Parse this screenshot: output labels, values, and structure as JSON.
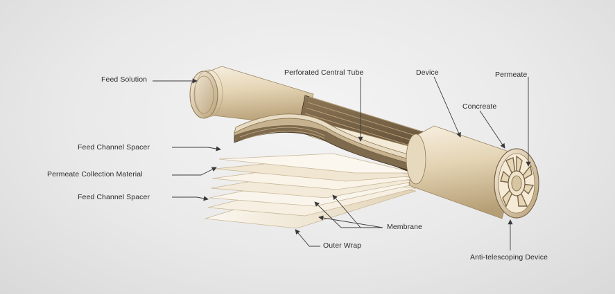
{
  "labels": {
    "feed_solution": "Feed Solution",
    "perforated_central_tube": "Perforated Central Tube",
    "device": "Device",
    "permeate": "Permeate",
    "concreate": "Concreate",
    "feed_channel_spacer_top": "Feed Channel Spacer",
    "permeate_collection_material": "Permeate Collection Material",
    "feed_channel_spacer_bottom": "Feed Channel Spacer",
    "membrane": "Membrane",
    "outer_wrap": "Outer Wrap",
    "anti_telescoping_device": "Anti-telescoping Device"
  },
  "colors": {
    "tube_light": "#efe4cf",
    "tube_mid": "#d8c6a2",
    "tube_dark": "#a8916a",
    "layer_brown": "#7a6548",
    "leader_line": "#3a3a3a",
    "background": "#ebebeb"
  }
}
